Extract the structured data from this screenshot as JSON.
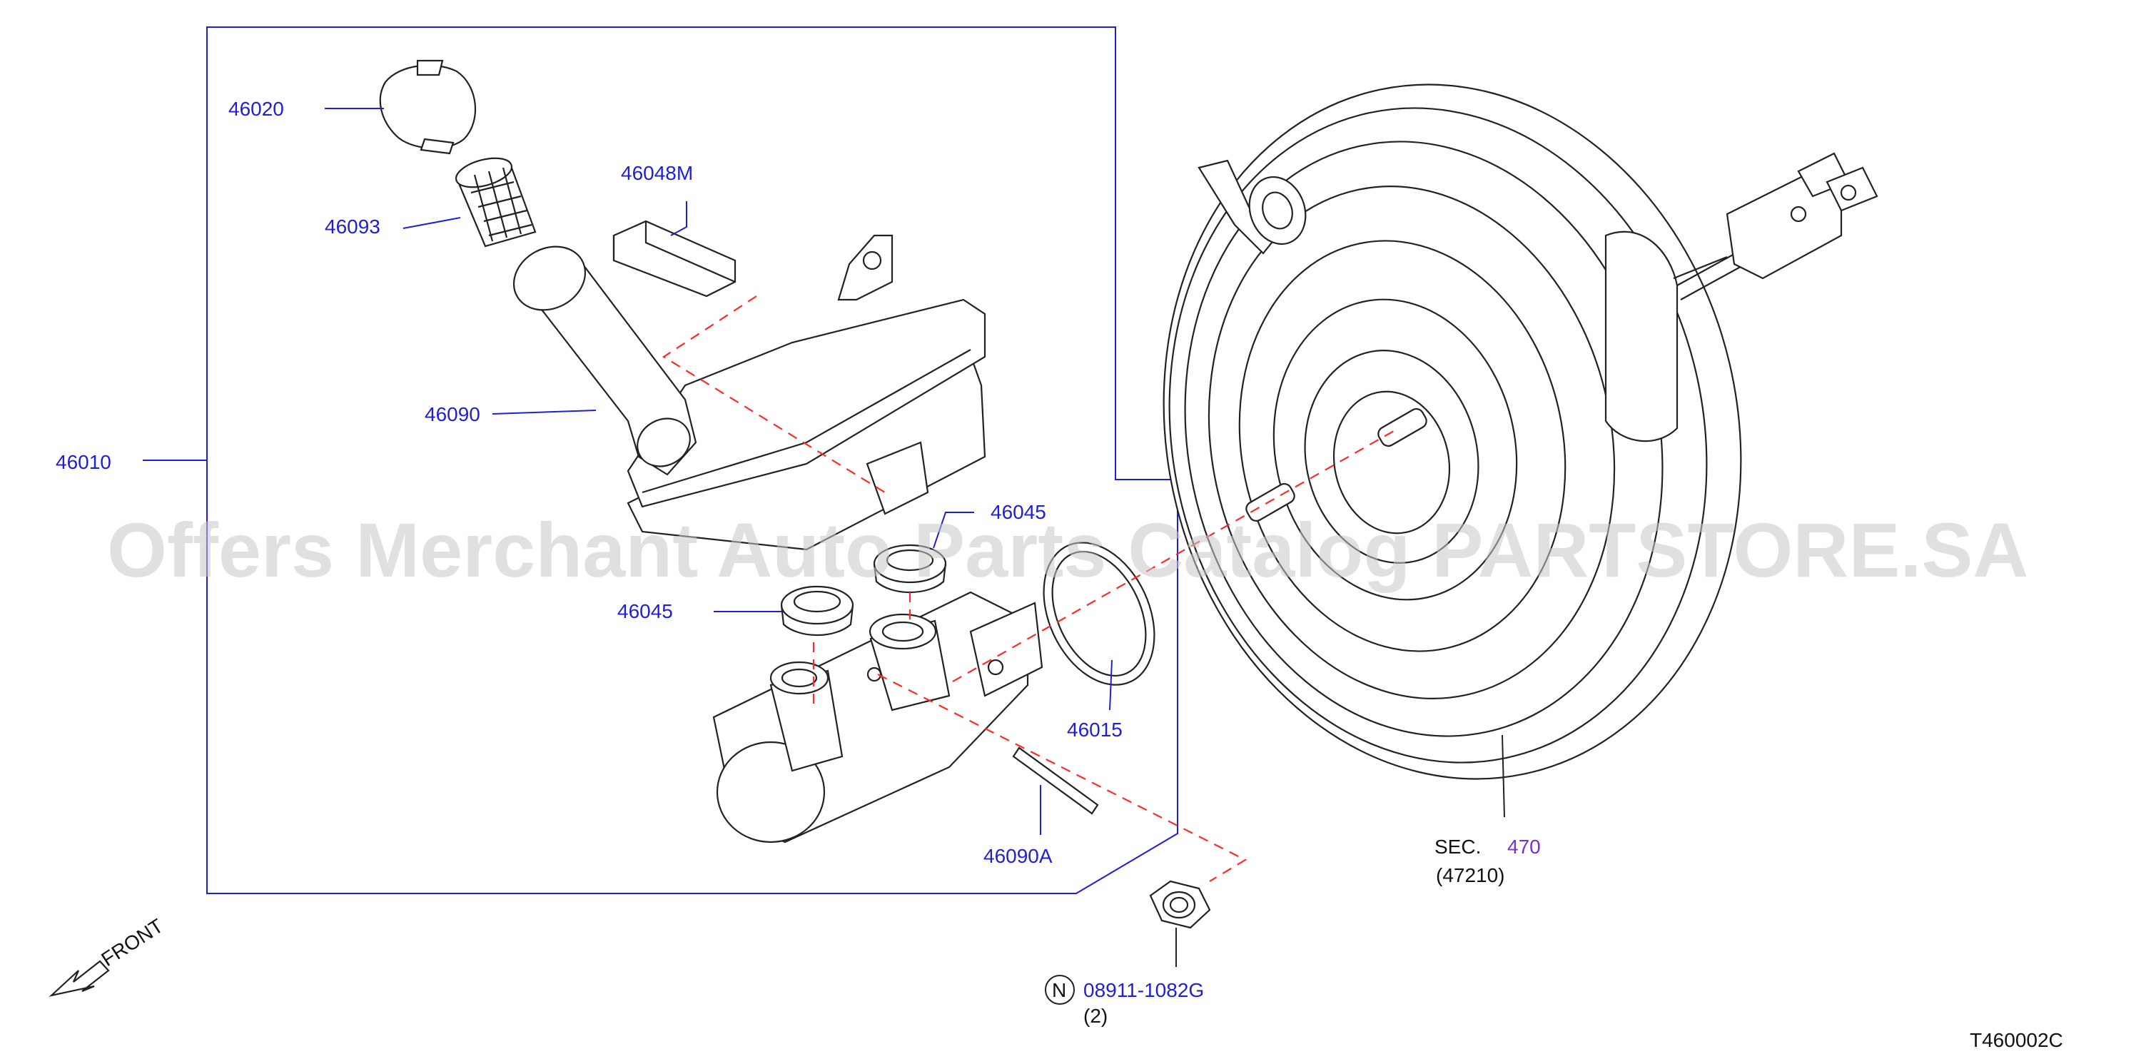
{
  "diagram": {
    "code": "T460002C",
    "front_label": "FRONT",
    "watermark": "Offers Merchant Auto Parts Catalog PARTSTORE.SA",
    "labels": {
      "p46020": "46020",
      "p46093": "46093",
      "p46048m": "46048M",
      "p46090": "46090",
      "p46010": "46010",
      "p46045_a": "46045",
      "p46045_b": "46045",
      "p46015": "46015",
      "p46090a": "46090A",
      "sec_prefix": "SEC.",
      "sec_number": "470",
      "sec_ref": "(47210)",
      "nut_marker": "N",
      "nut_part": "08911-1082G",
      "nut_qty": "(2)"
    },
    "colors": {
      "part_label": "#1f1fd6",
      "section_link": "#7a2fd6",
      "guide_dash": "#ff2a2a"
    }
  }
}
